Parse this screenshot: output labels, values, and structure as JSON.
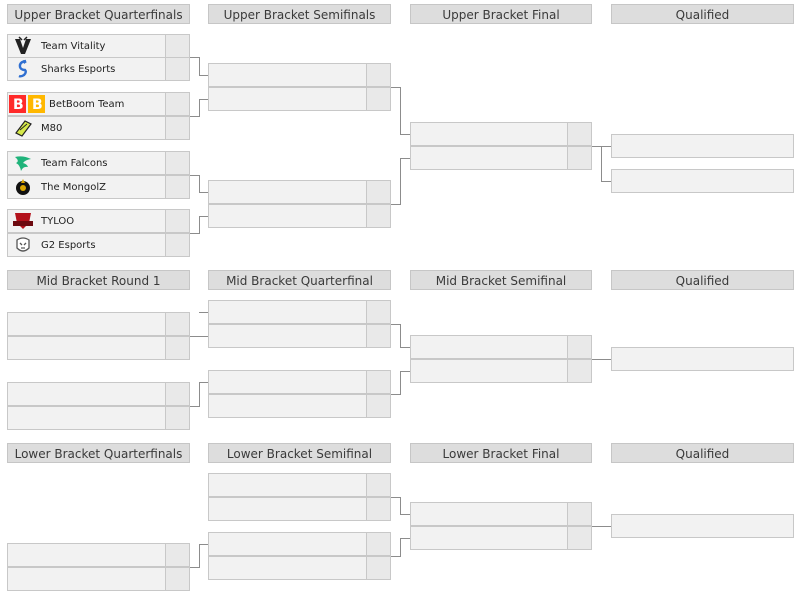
{
  "sections": {
    "upper": {
      "headers": [
        "Upper Bracket Quarterfinals",
        "Upper Bracket Semifinals",
        "Upper Bracket Final",
        "Qualified"
      ],
      "teams": [
        "Team Vitality",
        "Sharks Esports",
        "BetBoom Team",
        "M80",
        "Team Falcons",
        "The MongolZ",
        "TYLOO",
        "G2 Esports"
      ]
    },
    "mid": {
      "headers": [
        "Mid Bracket Round 1",
        "Mid Bracket Quarterfinal",
        "Mid Bracket Semifinal",
        "Qualified"
      ]
    },
    "lower": {
      "headers": [
        "Lower Bracket Quarterfinals",
        "Lower Bracket Semifinal",
        "Lower Bracket Final",
        "Qualified"
      ]
    }
  },
  "icons": {
    "team-vitality": "vitality-bee-logo-icon",
    "sharks-esports": "sharks-logo-icon",
    "betboom-team": "betboom-logo-icon",
    "m80": "m80-logo-icon",
    "team-falcons": "falcons-logo-icon",
    "the-mongolz": "mongolz-logo-icon",
    "tyloo": "tyloo-logo-icon",
    "g2-esports": "g2-logo-icon"
  },
  "colors": {
    "header_bg": "#dddddd",
    "slot_bg": "#f2f2f2",
    "border": "#c8c8c8",
    "connector": "#8c8c8c"
  }
}
